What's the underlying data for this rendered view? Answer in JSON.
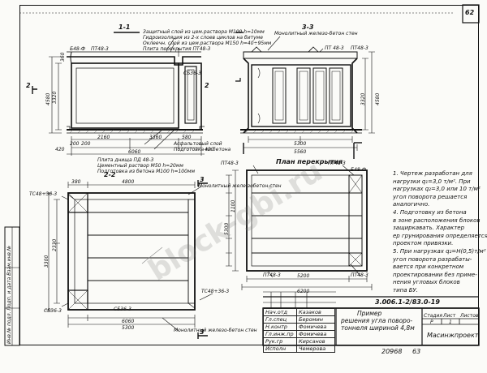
{
  "sheet_number": "62",
  "views": {
    "s11": "1-1",
    "s33": "3-3",
    "s22": "2-2",
    "plan": "План перекрытия"
  },
  "notes_1_1": {
    "l1": "Защитный слой из цем.раствора М100 h=10мм",
    "l2": "Гидроизоляция из 2-х слоев циклов на битуме",
    "l3": "Оклеечн. слой из цем.раствора М150 h=40÷95мм",
    "l4": "Плита перекрытия ПТ48-3",
    "mark_left": "Б48-Ф",
    "mark_left2": "ПТ48-3",
    "mark_right": "СБ36-3",
    "bottom1": "Асфальтовый слой",
    "bottom2": "Подготовка из бетона",
    "slab_base1": "Плита днища ПД 48-3",
    "slab_base2": "Цементный раствор М50 h=20мм",
    "slab_base3": "Подготовка из бетона М100 h=100мм"
  },
  "dims_1_1": {
    "d1": "2160",
    "d2": "3360",
    "d3": "6060",
    "d4": "580",
    "small1": "200",
    "small2": "200",
    "small3": "420",
    "small4": "420",
    "v1": "3320",
    "v2": "4580",
    "v3": "360"
  },
  "labels_3_3": {
    "m1": "Монолитный железо-бетон стен",
    "m2": "ПТ 48-3",
    "m3": "ПТ48-3",
    "d1": "5300",
    "d2": "5560",
    "v1": "3320",
    "v2": "4580"
  },
  "labels_2_2": {
    "tc1": "ТС48+36-3",
    "d1": "4800",
    "d2": "380",
    "m1": "Монолитный желе-зобетон стен",
    "m2": "ТС48+36-3",
    "sb1": "СБ36-3",
    "sb2": "СБ36-3",
    "d3": "6060",
    "d4": "5300",
    "v1": "3300",
    "v2": "2330",
    "m3": "Монолитный железо-бетон стен"
  },
  "labels_plan": {
    "p1": "ПТ48-3",
    "p2": "ПТ48-3",
    "p3": "Б48-Ф",
    "p4": "ПТ48-3",
    "p5": "ПТ48-3",
    "d1": "5200",
    "d2": "6200",
    "v1": "5300",
    "v2": "1100"
  },
  "notes_right": [
    "1. Чертеж разработан для",
    "нагрузки q₁=3,0 т/м². При",
    "нагрузках q₂=3,0 или 10 т/м²",
    "угол поворота решается",
    "аналогично.",
    "4. Подготовку из бетона",
    "в зоне расположения блоков",
    "защиркавать. Характер",
    "ер грунирования определяется",
    "проектом привязки.",
    "5. При нагрузках q₂=Н(0,5)т/м²",
    "угол поворота разрабаты-",
    "вается при конкретном",
    "проектировании без приме-",
    "нения угловых блоков",
    "типа БУ."
  ],
  "side_stamp": "Инв.№ подл.  Подп. и дата  Взам.инв.№",
  "title_block": {
    "code": "3.006.1-2/83.0-19",
    "title1": "Пример",
    "title2": "решения угла поворо-",
    "title3": "тоннеля шириной 4,8м",
    "stage_h": "Стадия",
    "sheet_h": "Лист",
    "sheets_h": "Листов",
    "stage": "Р",
    "sheet": "1",
    "org": "Масинжпроект",
    "rows": [
      [
        "Нач.отд",
        "Казаков"
      ],
      [
        "Гл.спец",
        "Беромин"
      ],
      [
        "Н.контр",
        "Фомичева"
      ],
      [
        "Гл.инж.пр",
        "Фомичева"
      ],
      [
        "Рук.гр",
        "Кирсанов"
      ],
      [
        "Исполн",
        "Чемерова"
      ]
    ]
  },
  "footer": {
    "inv": "20968",
    "num": "63"
  },
  "watermark": "block-gbi.ru"
}
